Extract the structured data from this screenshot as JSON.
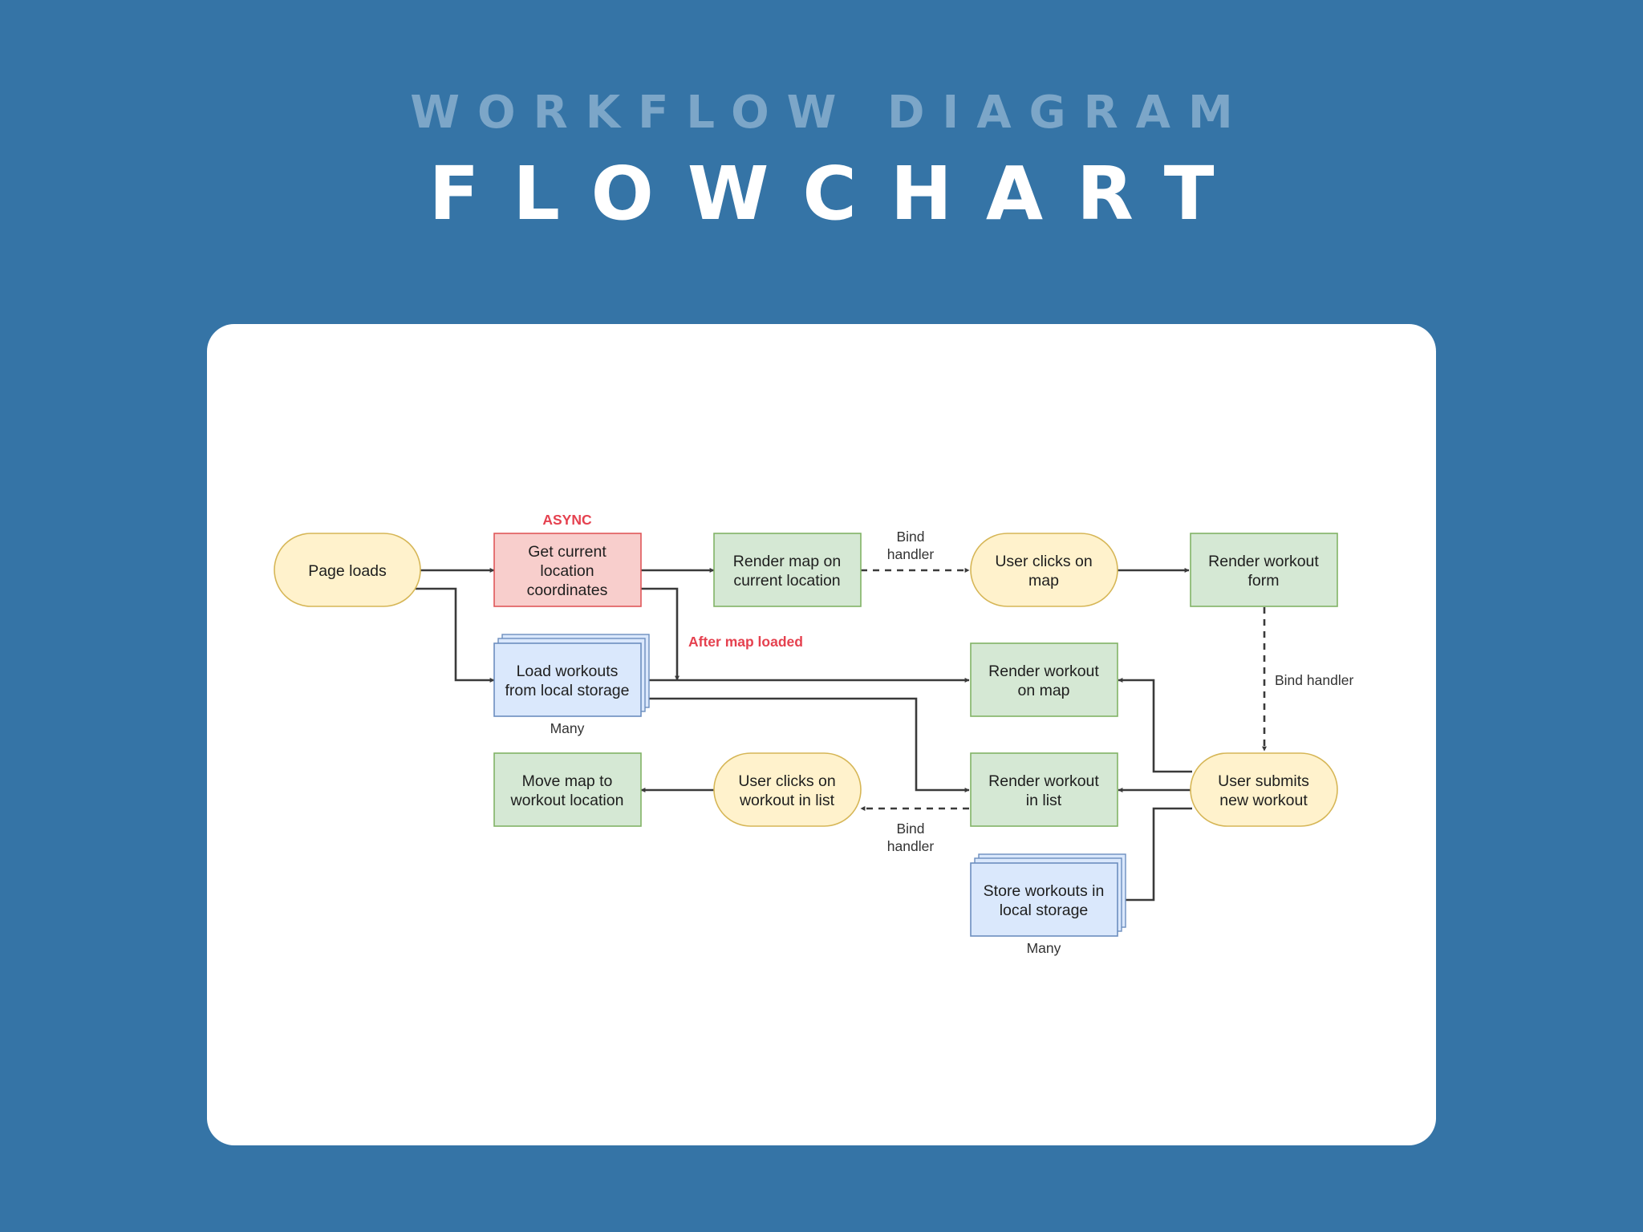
{
  "header": {
    "subtitle": "WORKFLOW DIAGRAM",
    "title": "FLOWCHART"
  },
  "colors": {
    "background": "#3574a6",
    "card": "#ffffff",
    "event_fill": "#fff2cc",
    "event_stroke": "#d6b656",
    "action_fill": "#d5e8d4",
    "action_stroke": "#82b366",
    "async_fill": "#f8cecc",
    "async_stroke": "#e0585a",
    "storage_fill": "#dae8fc",
    "storage_stroke": "#6c8ebf",
    "annotation_red": "#e5414f"
  },
  "nodes": {
    "page_loads": {
      "lines": [
        "Page loads"
      ]
    },
    "get_location": {
      "lines": [
        "Get current",
        "location",
        "coordinates"
      ],
      "tag": "ASYNC"
    },
    "render_map": {
      "lines": [
        "Render map on",
        "current location"
      ]
    },
    "user_clicks_map": {
      "lines": [
        "User clicks on",
        "map"
      ]
    },
    "render_form": {
      "lines": [
        "Render workout",
        "form"
      ]
    },
    "load_workouts": {
      "lines": [
        "Load workouts",
        "from local storage"
      ],
      "note": "Many"
    },
    "render_workout_map": {
      "lines": [
        "Render workout",
        "on map"
      ]
    },
    "move_map": {
      "lines": [
        "Move map to",
        "workout location"
      ]
    },
    "user_clicks_list": {
      "lines": [
        "User clicks on",
        "workout in list"
      ]
    },
    "render_workout_list": {
      "lines": [
        "Render workout",
        "in list"
      ]
    },
    "user_submits": {
      "lines": [
        "User submits",
        "new workout"
      ]
    },
    "store_workouts": {
      "lines": [
        "Store workouts in",
        "local storage"
      ],
      "note": "Many"
    }
  },
  "edge_labels": {
    "bind_handler_map": [
      "Bind",
      "handler"
    ],
    "bind_handler_form": "Bind handler",
    "bind_handler_list": [
      "Bind",
      "handler"
    ],
    "after_map_loaded": "After map loaded"
  }
}
